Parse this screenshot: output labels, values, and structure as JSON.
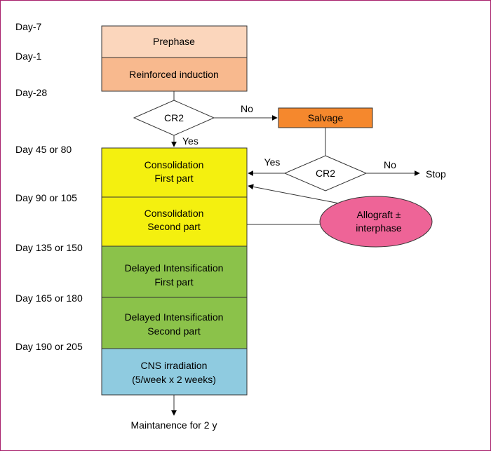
{
  "days": [
    "Day-7",
    "Day-1",
    "Day-28",
    "Day 45 or 80",
    "Day 90 or 105",
    "Day 135 or 150",
    "Day 165 or 180",
    "Day 190 or 205"
  ],
  "phases": {
    "prephase": "Prephase",
    "reinforced": "Reinforced induction",
    "consolidation_1": [
      "Consolidation",
      "First part"
    ],
    "consolidation_2": [
      "Consolidation",
      "Second part"
    ],
    "delayed_1": [
      "Delayed Intensification",
      "First part"
    ],
    "delayed_2": [
      "Delayed Intensification",
      "Second part"
    ],
    "cns": [
      "CNS irradiation",
      "(5/week x 2 weeks)"
    ]
  },
  "decisions": {
    "cr2_top": "CR2",
    "cr2_right": "CR2"
  },
  "salvage": "Salvage",
  "allograft": [
    "Allograft ±",
    "interphase"
  ],
  "labels": {
    "no_top": "No",
    "yes_top": "Yes",
    "yes_right": "Yes",
    "no_right": "No",
    "stop": "Stop"
  },
  "maintenance": "Maintanence for 2 y",
  "colors": {
    "prephase": "#fbd6bc",
    "reinforced": "#f8b98e",
    "consolidation": "#f4f00f",
    "delayed": "#8bc24a",
    "cns": "#8fcbe0",
    "salvage": "#f5882d",
    "allograft": "#ee6497",
    "border": "#a8206b"
  }
}
